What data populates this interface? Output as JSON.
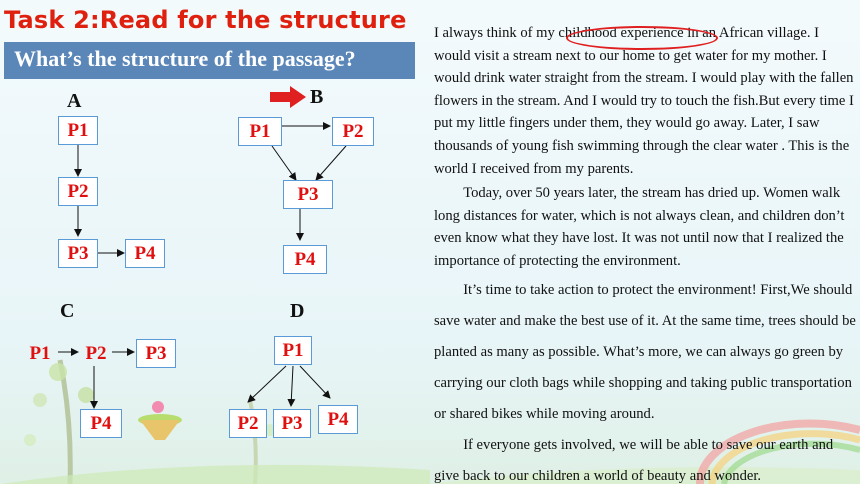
{
  "title": "Task 2:Read for the structure",
  "subtitle": "What’s the structure of the passage?",
  "options": {
    "A": {
      "label": "A",
      "p1": "P1",
      "p2": "P2",
      "p3": "P3",
      "p4": "P4"
    },
    "B": {
      "label": "B",
      "p1": "P1",
      "p2": "P2",
      "p3": "P3",
      "p4": "P4"
    },
    "C": {
      "label": "C",
      "p1": "P1",
      "p2": "P2",
      "p3": "P3",
      "p4": "P4"
    },
    "D": {
      "label": "D",
      "p1": "P1",
      "p2": "P2",
      "p3": "P3",
      "p4": "P4"
    }
  },
  "selected_option": "B",
  "passage": {
    "p1": "I always think of my childhood experience in an African village. I would visit a stream next to our home to get water for my mother. I would drink water straight from the stream. I would play with the fallen flowers in the stream. And I would try to touch the fish.But every time I put my little fingers under them, they would go away. Later, I saw thousands of young fish swimming through the clear water . This is the world I received from my parents.",
    "p2": "Today, over 50 years later, the stream has dried up. Women walk long distances for water, which is not always clean, and children don’t even know what they have lost. It was not until now that I realized the importance of protecting the environment.",
    "p3": "It’s time to take action to protect the environment! First,We should save water and make the best use of it. At the same time, trees should be planted as many as possible. What’s more, we can always go green by carrying our cloth bags while shopping and taking public transportation or shared bikes while moving around.",
    "p4": "If everyone gets involved, we will be able to save our earth and give back to our children a world of beauty and wonder."
  },
  "highlighted_phrase": "childhood experience",
  "colors": {
    "title": "#e0200f",
    "subtitle_bg": "#5a86b8",
    "box_text": "#e01010",
    "pointer": "#e02020"
  }
}
